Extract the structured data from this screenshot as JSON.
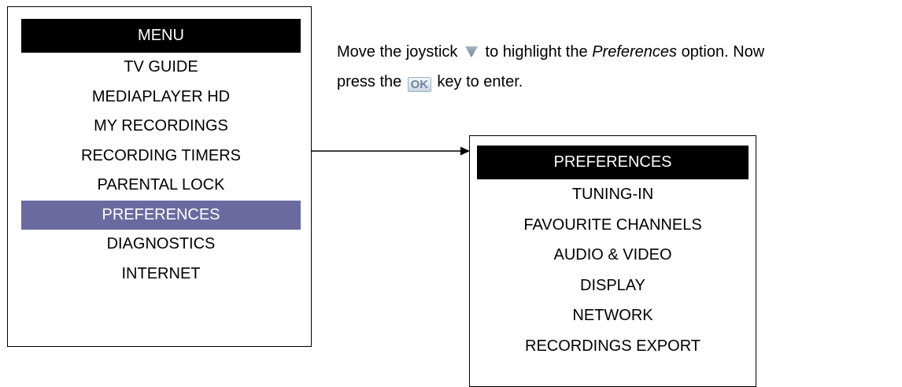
{
  "main_menu": {
    "title": "MENU",
    "items": [
      "TV GUIDE",
      "MEDIAPLAYER HD",
      "MY RECORDINGS",
      "RECORDING TIMERS",
      "PARENTAL LOCK",
      "PREFERENCES",
      "DIAGNOSTICS",
      "INTERNET"
    ],
    "selected_item": "PREFERENCES",
    "highlight_color": "#6b6aa0"
  },
  "preferences_menu": {
    "title": "PREFERENCES",
    "items": [
      "TUNING-IN",
      "FAVOURITE CHANNELS",
      "AUDIO & VIDEO",
      "DISPLAY",
      "NETWORK",
      "RECORDINGS EXPORT"
    ]
  },
  "instruction": {
    "line1_part1": "Move the joystick",
    "line1_part2": "to highlight the",
    "line1_emphasis": "Preferences",
    "line1_part3": "option.  Now",
    "line2_part1": "press the",
    "line2_part2": "key to enter.",
    "joystick_icon": "down-arrow-icon",
    "ok_key_label": "OK"
  }
}
